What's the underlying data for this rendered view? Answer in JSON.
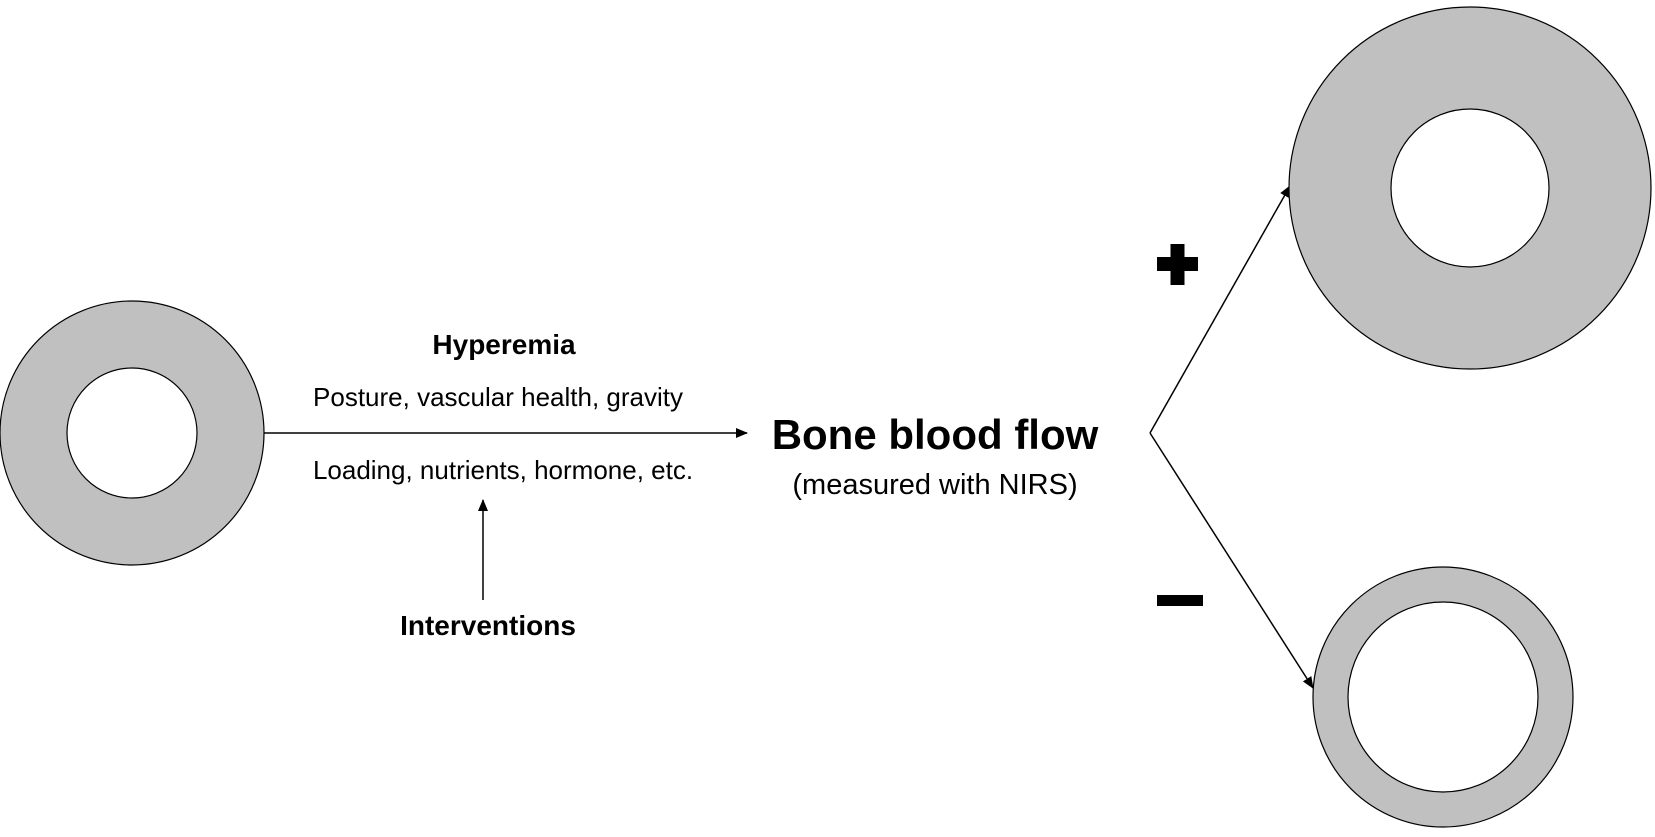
{
  "labels": {
    "hyperemia": "Hyperemia",
    "factors_top": "Posture, vascular health, gravity",
    "factors_bottom": "Loading, nutrients, hormone, etc.",
    "interventions": "Interventions",
    "outcome_title": "Bone blood flow",
    "outcome_subtitle": "(measured with NIRS)",
    "plus_sign": "+",
    "minus_sign": "−"
  },
  "colors": {
    "ring_fill": "#c0c0c0",
    "lumen_fill": "#ffffff",
    "stroke": "#000000",
    "background": "#ffffff"
  },
  "nodes": [
    {
      "id": "bone-cross-section-initial",
      "shape": "ring"
    },
    {
      "id": "bone-cross-section-thick",
      "shape": "ring",
      "meaning": "increased"
    },
    {
      "id": "bone-cross-section-thin",
      "shape": "ring",
      "meaning": "decreased"
    }
  ]
}
